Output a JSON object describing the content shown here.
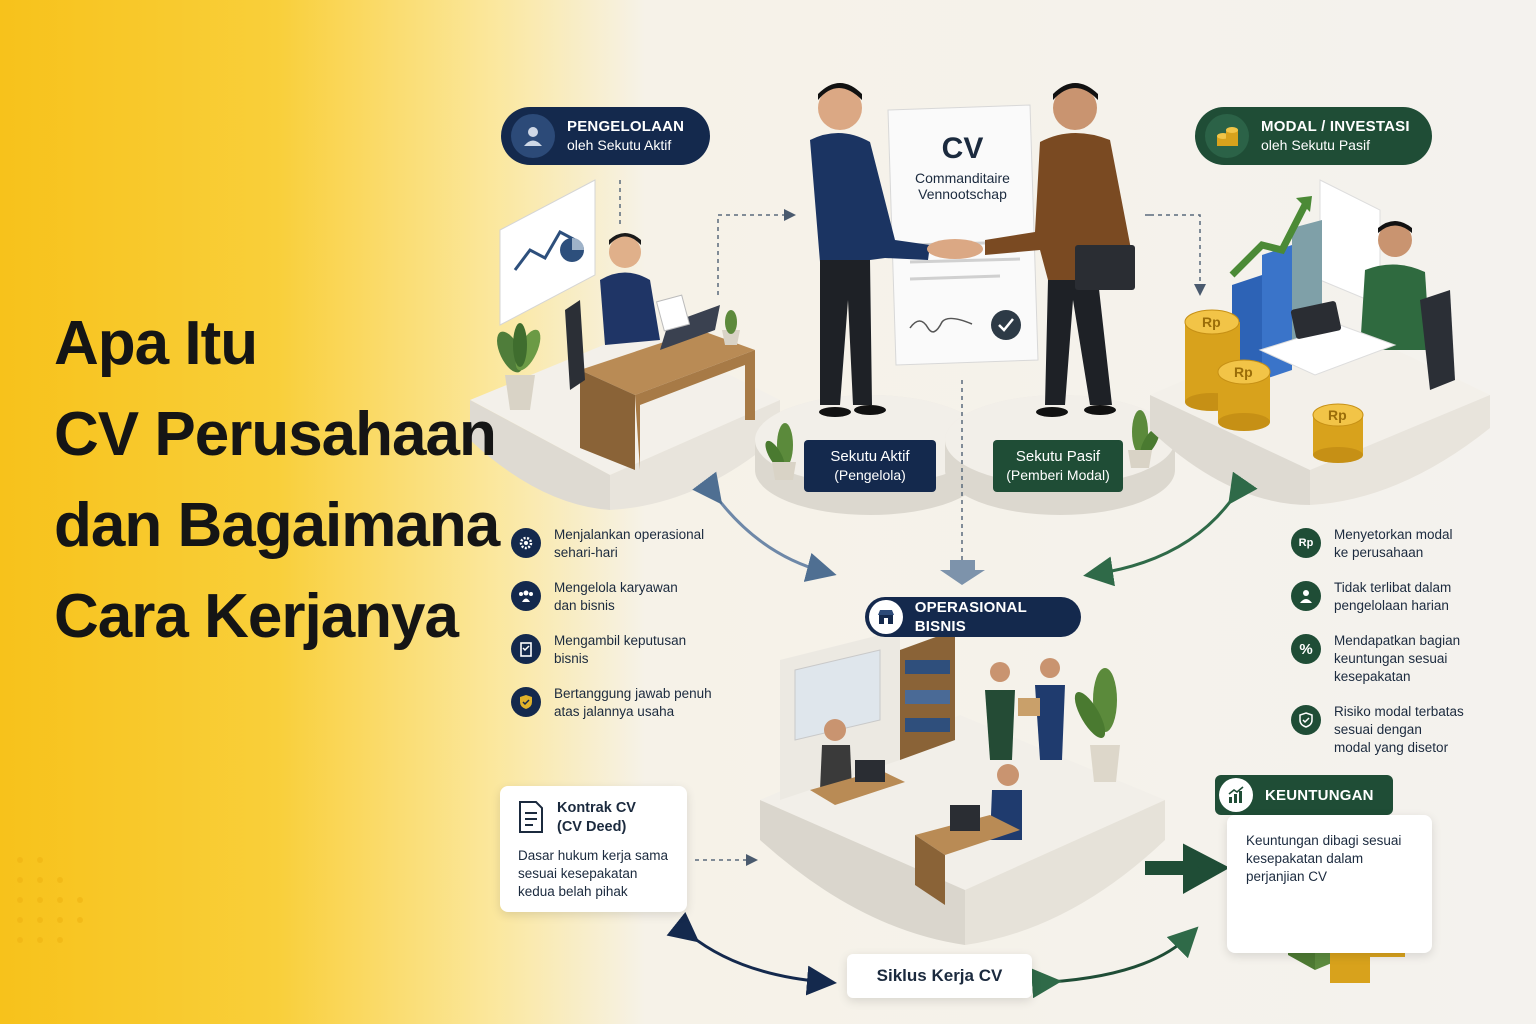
{
  "title": {
    "line1": "Apa Itu",
    "line2": "CV Perusahaan",
    "line3": "dan Bagaimana",
    "line4": "Cara Kerjanya"
  },
  "document": {
    "heading": "CV",
    "line1": "Commanditaire",
    "line2": "Vennootschap"
  },
  "pengelolaan": {
    "title": "PENGELOLAAN",
    "subtitle": "oleh Sekutu Aktif"
  },
  "modal": {
    "title": "MODAL / INVESTASI",
    "subtitle": "oleh Sekutu Pasif"
  },
  "roles": {
    "aktif": {
      "name": "Sekutu Aktif",
      "desc": "(Pengelola)"
    },
    "pasif": {
      "name": "Sekutu Pasif",
      "desc": "(Pemberi Modal)"
    }
  },
  "aktif_points": [
    "Menjalankan operasional\nsehari-hari",
    "Mengelola karyawan\ndan bisnis",
    "Mengambil keputusan\nbisnis",
    "Bertanggung jawab penuh\natas jalannya usaha"
  ],
  "pasif_points": [
    "Menyetorkan modal\nke perusahaan",
    "Tidak terlibat dalam\npengelolaan harian",
    "Mendapatkan bagian\nkeuntungan sesuai\nkesepakatan",
    "Risiko modal terbatas\nsesuai dengan\nmodal yang disetor"
  ],
  "operasional": {
    "title": "OPERASIONAL BISNIS"
  },
  "kontrak": {
    "title": "Kontrak CV",
    "subtitle": "(CV Deed)",
    "body": "Dasar hukum kerja sama\nsesuai kesepakatan\nkedua belah pihak"
  },
  "keuntungan": {
    "title": "KEUNTUNGAN",
    "body": "Keuntungan dibagi sesuai\nkesepakatan dalam\nperjanjian CV"
  },
  "siklus": {
    "label": "Siklus Kerja CV"
  },
  "coin_label": "Rp",
  "colors": {
    "navy": "#14294d",
    "green": "#1f4d36",
    "yellow": "#f7c21b"
  }
}
